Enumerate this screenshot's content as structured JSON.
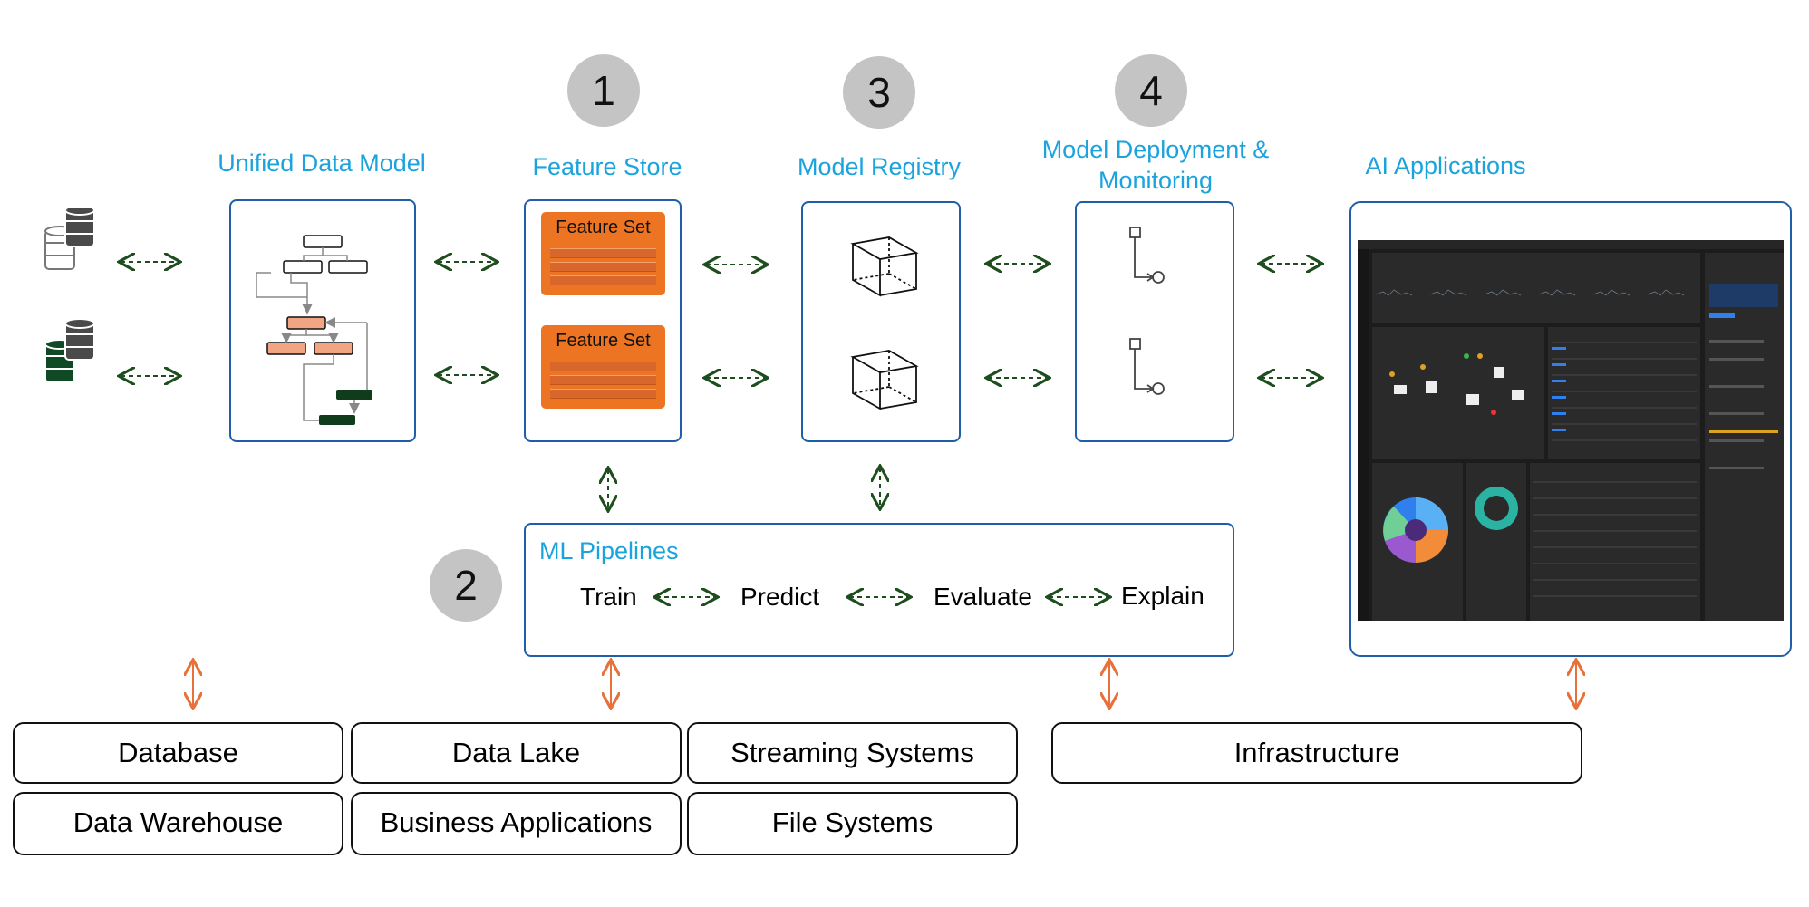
{
  "colors": {
    "title_blue": "#1aa3dc",
    "box_border": "#1f5fa8",
    "feature_orange": "#ec7423",
    "arrow_green": "#1e4d1e",
    "arrow_orange": "#e8703a",
    "circle_gray": "#c4c4c4",
    "pipeline_green": "#0f3d1c",
    "flow_salmon": "#f2a582"
  },
  "steps": {
    "feature_store": "1",
    "ml_pipelines": "2",
    "model_registry": "3",
    "deployment": "4"
  },
  "titles": {
    "unified_data_model": "Unified Data Model",
    "feature_store": "Feature Store",
    "model_registry": "Model Registry",
    "deployment_line1": "Model Deployment &",
    "deployment_line2": "Monitoring",
    "ai_applications": "AI Applications",
    "ml_pipelines": "ML Pipelines"
  },
  "feature_sets": [
    "Feature Set",
    "Feature Set"
  ],
  "pipeline_steps": [
    "Train",
    "Predict",
    "Evaluate",
    "Explain"
  ],
  "sources": {
    "database": "Database",
    "data_lake": "Data Lake",
    "streaming": "Streaming Systems",
    "infrastructure": "Infrastructure",
    "data_warehouse": "Data Warehouse",
    "business_apps": "Business Applications",
    "file_systems": "File Systems"
  },
  "icons": [
    "database-stack-icon",
    "cube-icon",
    "deployment-flow-icon",
    "dashboard-screenshot"
  ]
}
